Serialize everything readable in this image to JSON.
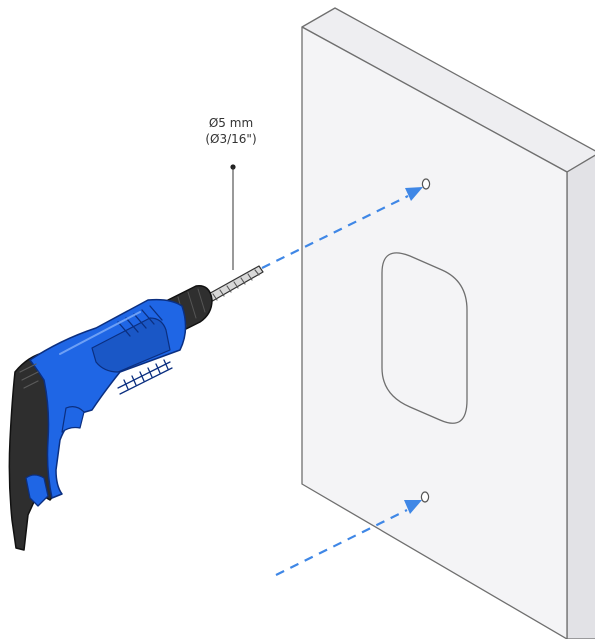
{
  "callout": {
    "line1": "Ø5 mm",
    "line2": "(Ø3/16\")"
  },
  "colors": {
    "drill_blue": "#1f66e5",
    "drill_blue_dark": "#0e3fa8",
    "drill_black": "#2a2a2a",
    "panel_face": "#f4f4f6",
    "panel_side": "#e2e2e6",
    "outline": "#6f6f6f",
    "arrow": "#3f87e6"
  },
  "icons": {
    "tool": "drill-icon",
    "surface": "wall-panel",
    "direction": "dashed-arrow-icon"
  }
}
